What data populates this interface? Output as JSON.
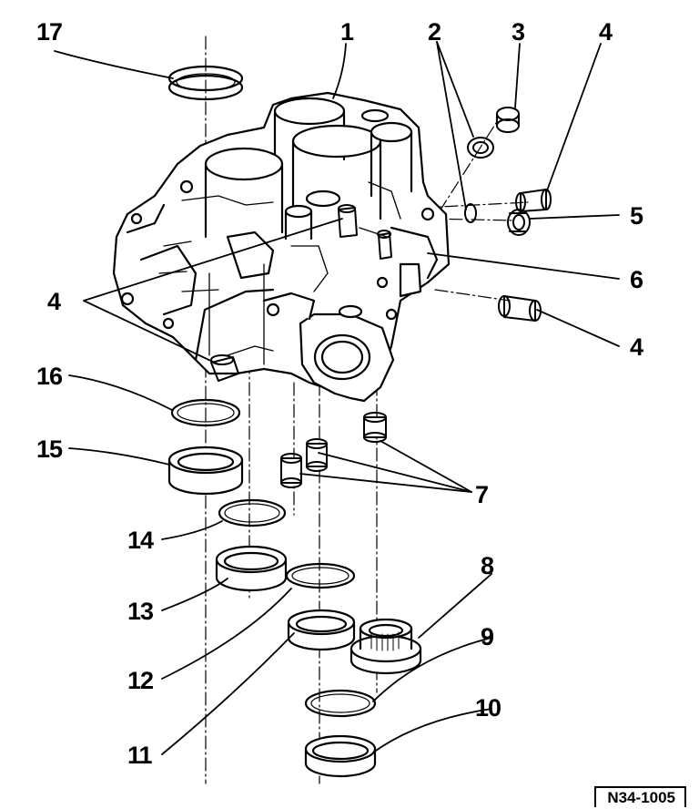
{
  "callouts": {
    "c1": "1",
    "c2": "2",
    "c3": "3",
    "c4a": "4",
    "c4b": "4",
    "c4c": "4",
    "c5": "5",
    "c6": "6",
    "c7": "7",
    "c8": "8",
    "c9": "9",
    "c10": "10",
    "c11": "11",
    "c12": "12",
    "c13": "13",
    "c14": "14",
    "c15": "15",
    "c16": "16",
    "c17": "17"
  },
  "reference_code": "N34-1005"
}
